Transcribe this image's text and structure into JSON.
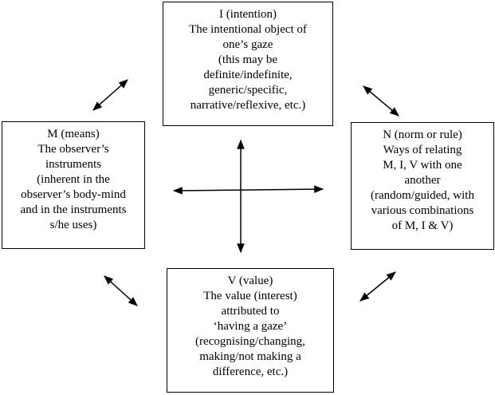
{
  "boxes": {
    "intention": {
      "lines": [
        "I (intention)",
        "The intentional object of",
        "one’s gaze",
        "(this may be",
        "definite/indefinite,",
        "generic/specific,",
        "narrative/reflexive, etc.)"
      ]
    },
    "means": {
      "lines": [
        "M (means)",
        "The observer’s",
        "instruments",
        "(inherent in the",
        "observer’s body-mind",
        "and in the instruments",
        "s/he uses)"
      ]
    },
    "norm": {
      "lines": [
        "N (norm or rule)",
        "Ways of relating",
        "M, I, V with one",
        "another",
        "(random/guided, with",
        "various combinations",
        "of M, I & V)"
      ]
    },
    "value": {
      "lines": [
        "V (value)",
        "The value (interest)",
        "attributed to",
        "‘having a gaze’",
        "(recognising/changing,",
        "making/not making a",
        "difference, etc.)"
      ]
    }
  }
}
